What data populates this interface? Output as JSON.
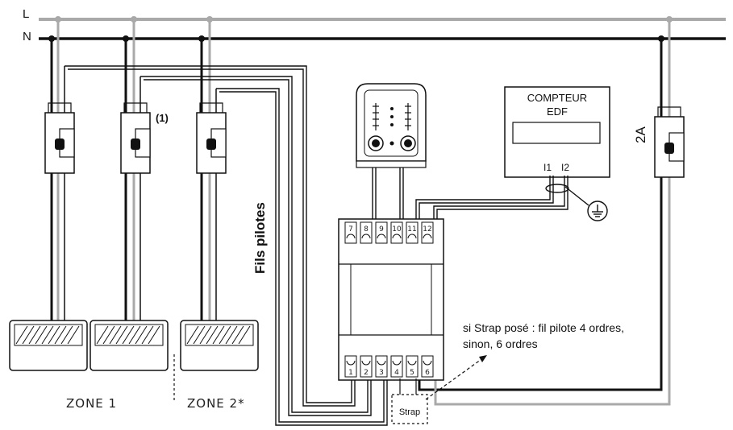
{
  "lines": {
    "live_label": "L",
    "neutral_label": "N",
    "live_color": "#a9a9a9",
    "neutral_color": "#111111"
  },
  "breaker_note": "(1)",
  "breaker_rating": "2A",
  "pilot_wires_label": "Fils pilotes",
  "meter": {
    "title_line1": "COMPTEUR",
    "title_line2": "EDF",
    "terminal_1": "I1",
    "terminal_2": "I2"
  },
  "module_terminals_top": [
    "7",
    "8",
    "9",
    "10",
    "11",
    "12"
  ],
  "module_terminals_bottom": [
    "1",
    "2",
    "3",
    "4",
    "5",
    "6"
  ],
  "strap_label": "Strap",
  "strap_note_line1": "si Strap posé : fil pilote 4 ordres,",
  "strap_note_line2": "sinon, 6 ordres",
  "zones": [
    "ZONE 1",
    "ZONE 2*"
  ],
  "icons": [
    "breaker-icon",
    "radiator-icon",
    "ground-icon",
    "programmer-unit-icon"
  ]
}
